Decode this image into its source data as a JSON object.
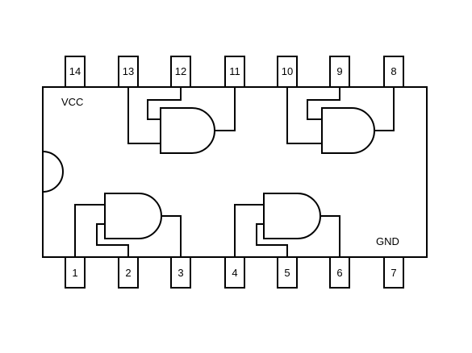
{
  "chip": {
    "vcc_label": "VCC",
    "gnd_label": "GND"
  },
  "pins": {
    "top": [
      "14",
      "13",
      "12",
      "11",
      "10",
      "9",
      "8"
    ],
    "bottom": [
      "1",
      "2",
      "3",
      "4",
      "5",
      "6",
      "7"
    ]
  }
}
